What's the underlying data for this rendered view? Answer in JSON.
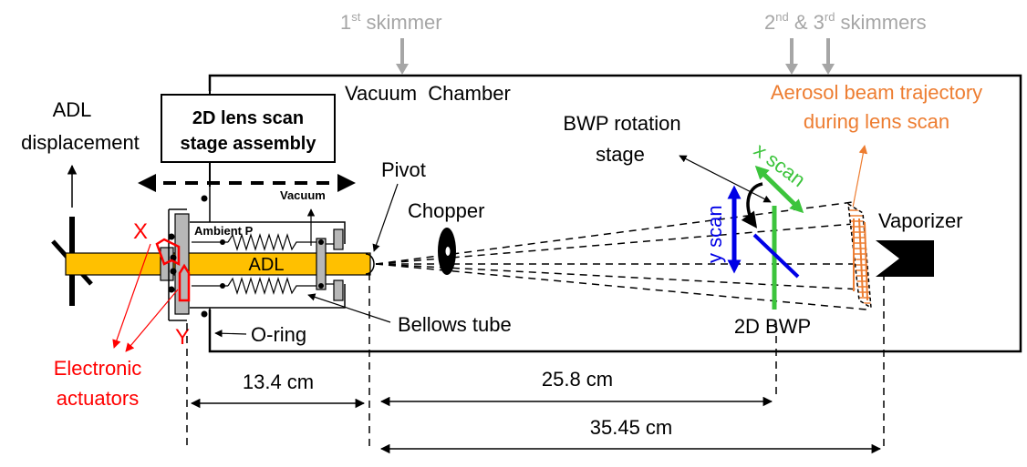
{
  "diagram": {
    "skimmer1": {
      "pre": "1",
      "sup": "st",
      "post": " skimmer"
    },
    "skimmers23": {
      "p1": "2",
      "s1": "nd",
      "p2": " & 3",
      "s2": "rd",
      "p3": " skimmers"
    },
    "vacuum_chamber": "Vacuum  Chamber",
    "aerosol_line1": "Aerosol beam trajectory",
    "aerosol_line2": "during lens scan",
    "lens_stage_line1": "2D lens scan",
    "lens_stage_line2": "stage assembly",
    "adl_disp_line1": "ADL",
    "adl_disp_line2": "displacement",
    "bwp_rot_line1": "BWP rotation",
    "bwp_rot_line2": "stage",
    "pivot": "Pivot",
    "chopper": "Chopper",
    "vaporizer": "Vaporizer",
    "vacuum_small": "Vacuum",
    "ambient_p": "Ambient P",
    "adl": "ADL",
    "x_label": "X",
    "y_label": "Y",
    "x_scan": "x scan",
    "y_scan": "y scan",
    "oring": "O-ring",
    "bellows": "Bellows tube",
    "bwp2d": "2D BWP",
    "electronic_line1": "Electronic",
    "electronic_line2": "actuators",
    "dim1": "13.4 cm",
    "dim2": "25.8 cm",
    "dim3": "35.45 cm"
  },
  "colors": {
    "gray": "#a6a6a6",
    "orange": "#ed7d31",
    "red": "#ff0000",
    "green": "#3cc43c",
    "blue": "#0000e6",
    "adl_tube": "#ffc000",
    "black": "#000000"
  }
}
